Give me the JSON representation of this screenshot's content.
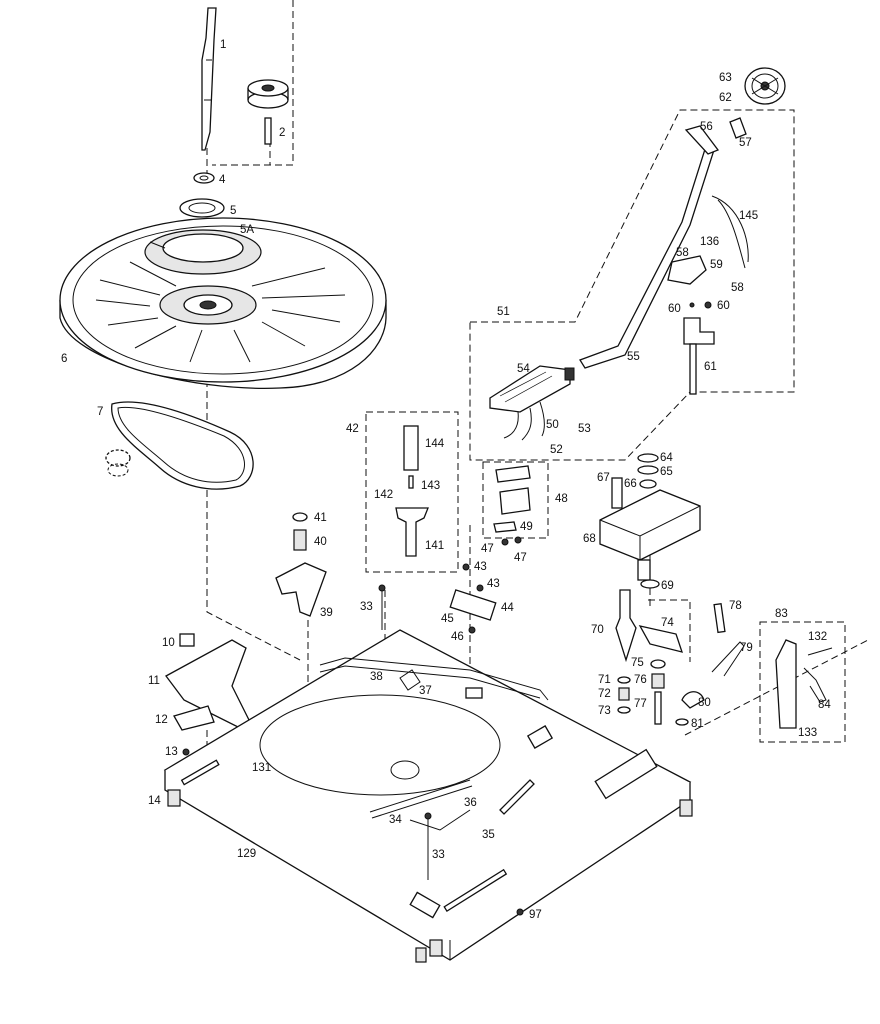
{
  "labels": {
    "l1": "1",
    "l2": "2",
    "l4": "4",
    "l5": "5",
    "l5a": "5A",
    "l6": "6",
    "l7": "7",
    "l10": "10",
    "l11": "11",
    "l12": "12",
    "l13": "13",
    "l14": "14",
    "l33a": "33",
    "l33b": "33",
    "l34": "34",
    "l35": "35",
    "l36": "36",
    "l37": "37",
    "l38": "38",
    "l39": "39",
    "l40": "40",
    "l41": "41",
    "l42": "42",
    "l43a": "43",
    "l43b": "43",
    "l44": "44",
    "l45": "45",
    "l46": "46",
    "l47a": "47",
    "l47b": "47",
    "l48": "48",
    "l49": "49",
    "l50": "50",
    "l51": "51",
    "l52": "52",
    "l53": "53",
    "l54": "54",
    "l55": "55",
    "l56": "56",
    "l57": "57",
    "l58a": "58",
    "l58b": "58",
    "l59": "59",
    "l60a": "60",
    "l60b": "60",
    "l61": "61",
    "l62": "62",
    "l63": "63",
    "l64": "64",
    "l65": "65",
    "l66": "66",
    "l67": "67",
    "l68": "68",
    "l69": "69",
    "l70": "70",
    "l71": "71",
    "l72": "72",
    "l73": "73",
    "l74": "74",
    "l75": "75",
    "l76": "76",
    "l77": "77",
    "l78": "78",
    "l79": "79",
    "l80": "80",
    "l81": "81",
    "l83": "83",
    "l84": "84",
    "l97": "97",
    "l129": "129",
    "l131": "131",
    "l132": "132",
    "l133": "133",
    "l136": "136",
    "l141": "141",
    "l142": "142",
    "l143": "143",
    "l144": "144",
    "l145": "145"
  }
}
